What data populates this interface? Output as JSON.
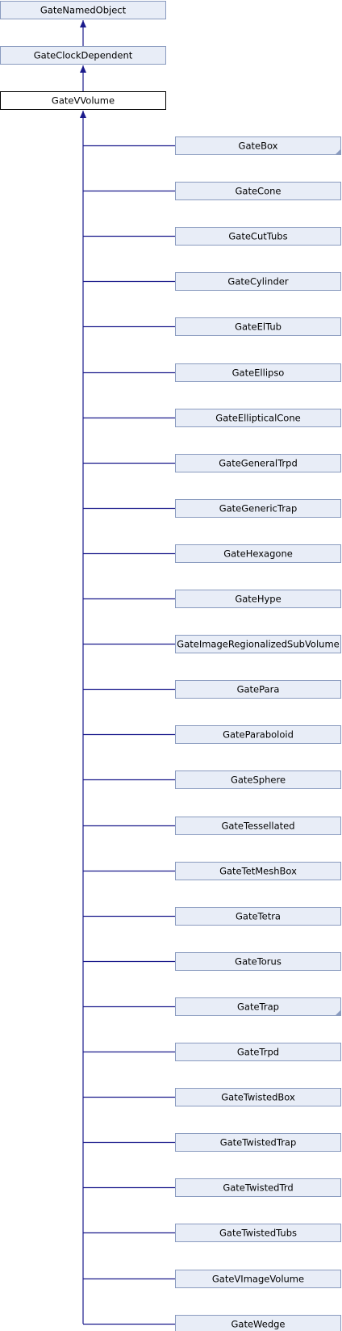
{
  "diagram": {
    "ancestors": [
      {
        "id": "named",
        "label": "GateNamedObject"
      },
      {
        "id": "clock",
        "label": "GateClockDependent"
      },
      {
        "id": "vvolume",
        "label": "GateVVolume",
        "current": true
      }
    ],
    "children": [
      {
        "label": "GateBox",
        "more_derived": true
      },
      {
        "label": "GateCone"
      },
      {
        "label": "GateCutTubs"
      },
      {
        "label": "GateCylinder"
      },
      {
        "label": "GateElTub"
      },
      {
        "label": "GateEllipso"
      },
      {
        "label": "GateEllipticalCone"
      },
      {
        "label": "GateGeneralTrpd"
      },
      {
        "label": "GateGenericTrap"
      },
      {
        "label": "GateHexagone"
      },
      {
        "label": "GateHype"
      },
      {
        "label": "GateImageRegionalizedSubVolume"
      },
      {
        "label": "GatePara"
      },
      {
        "label": "GateParaboloid"
      },
      {
        "label": "GateSphere"
      },
      {
        "label": "GateTessellated"
      },
      {
        "label": "GateTetMeshBox"
      },
      {
        "label": "GateTetra"
      },
      {
        "label": "GateTorus"
      },
      {
        "label": "GateTrap",
        "more_derived": true
      },
      {
        "label": "GateTrpd"
      },
      {
        "label": "GateTwistedBox"
      },
      {
        "label": "GateTwistedTrap"
      },
      {
        "label": "GateTwistedTrd"
      },
      {
        "label": "GateTwistedTubs"
      },
      {
        "label": "GateVImageVolume"
      },
      {
        "label": "GateWedge"
      }
    ],
    "colors": {
      "node_fill": "#e8edf7",
      "node_border": "#8a9bbf",
      "current_fill": "#ffffff",
      "current_border": "#000000",
      "edge": "#1a1a8c",
      "text": "#000000"
    }
  }
}
